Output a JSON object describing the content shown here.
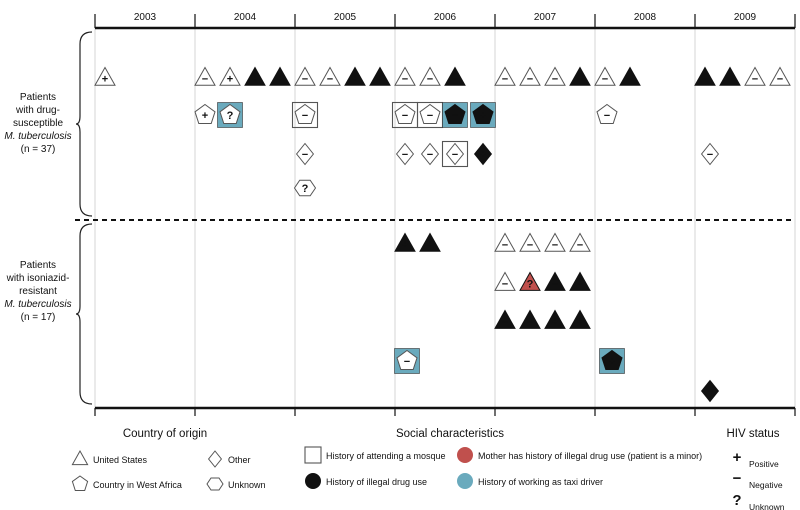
{
  "years": [
    "2003",
    "2004",
    "2005",
    "2006",
    "2007",
    "2008",
    "2009"
  ],
  "groups": [
    {
      "label_lines": [
        "Patients",
        "with drug-",
        "susceptible"
      ],
      "organism": "M. tuberculosis",
      "count": "(n = 37)"
    },
    {
      "label_lines": [
        "Patients",
        "with isoniazid-",
        "resistant"
      ],
      "organism": "M. tuberculosis",
      "count": "(n = 17)"
    }
  ],
  "patients": [
    {
      "group": 0,
      "row": 0,
      "year": 2003.1,
      "shape": "triangle",
      "hiv": "positive",
      "drug": false,
      "mosque": false,
      "taxi": false,
      "mother": false
    },
    {
      "group": 0,
      "row": 0,
      "year": 2004.1,
      "shape": "triangle",
      "hiv": "negative",
      "drug": false,
      "mosque": false,
      "taxi": false,
      "mother": false
    },
    {
      "group": 0,
      "row": 0,
      "year": 2004.35,
      "shape": "triangle",
      "hiv": "positive",
      "drug": false,
      "mosque": false,
      "taxi": false,
      "mother": false
    },
    {
      "group": 0,
      "row": 0,
      "year": 2004.6,
      "shape": "triangle",
      "hiv": "positive",
      "drug": true,
      "mosque": false,
      "taxi": false,
      "mother": false
    },
    {
      "group": 0,
      "row": 0,
      "year": 2004.85,
      "shape": "triangle",
      "hiv": "positive",
      "drug": true,
      "mosque": false,
      "taxi": false,
      "mother": false
    },
    {
      "group": 0,
      "row": 0,
      "year": 2005.1,
      "shape": "triangle",
      "hiv": "negative",
      "drug": false,
      "mosque": false,
      "taxi": false,
      "mother": false
    },
    {
      "group": 0,
      "row": 0,
      "year": 2005.35,
      "shape": "triangle",
      "hiv": "negative",
      "drug": false,
      "mosque": false,
      "taxi": false,
      "mother": false
    },
    {
      "group": 0,
      "row": 0,
      "year": 2005.6,
      "shape": "triangle",
      "hiv": "positive",
      "drug": true,
      "mosque": false,
      "taxi": false,
      "mother": false
    },
    {
      "group": 0,
      "row": 0,
      "year": 2005.85,
      "shape": "triangle",
      "hiv": "positive",
      "drug": true,
      "mosque": false,
      "taxi": false,
      "mother": false
    },
    {
      "group": 0,
      "row": 0,
      "year": 2006.1,
      "shape": "triangle",
      "hiv": "negative",
      "drug": false,
      "mosque": false,
      "taxi": false,
      "mother": false
    },
    {
      "group": 0,
      "row": 0,
      "year": 2006.35,
      "shape": "triangle",
      "hiv": "negative",
      "drug": false,
      "mosque": false,
      "taxi": false,
      "mother": false
    },
    {
      "group": 0,
      "row": 0,
      "year": 2006.6,
      "shape": "triangle",
      "hiv": "negative",
      "drug": true,
      "mosque": false,
      "taxi": false,
      "mother": false
    },
    {
      "group": 0,
      "row": 0,
      "year": 2007.1,
      "shape": "triangle",
      "hiv": "negative",
      "drug": false,
      "mosque": false,
      "taxi": false,
      "mother": false
    },
    {
      "group": 0,
      "row": 0,
      "year": 2007.35,
      "shape": "triangle",
      "hiv": "negative",
      "drug": false,
      "mosque": false,
      "taxi": false,
      "mother": false
    },
    {
      "group": 0,
      "row": 0,
      "year": 2007.6,
      "shape": "triangle",
      "hiv": "negative",
      "drug": false,
      "mosque": false,
      "taxi": false,
      "mother": false
    },
    {
      "group": 0,
      "row": 0,
      "year": 2007.85,
      "shape": "triangle",
      "hiv": "negative",
      "drug": true,
      "mosque": false,
      "taxi": false,
      "mother": false
    },
    {
      "group": 0,
      "row": 0,
      "year": 2008.1,
      "shape": "triangle",
      "hiv": "negative",
      "drug": false,
      "mosque": false,
      "taxi": false,
      "mother": false
    },
    {
      "group": 0,
      "row": 0,
      "year": 2008.35,
      "shape": "triangle",
      "hiv": "negative",
      "drug": true,
      "mosque": false,
      "taxi": false,
      "mother": false
    },
    {
      "group": 0,
      "row": 0,
      "year": 2009.1,
      "shape": "triangle",
      "hiv": "negative",
      "drug": true,
      "mosque": false,
      "taxi": false,
      "mother": false
    },
    {
      "group": 0,
      "row": 0,
      "year": 2009.35,
      "shape": "triangle",
      "hiv": "negative",
      "drug": true,
      "mosque": false,
      "taxi": false,
      "mother": false
    },
    {
      "group": 0,
      "row": 0,
      "year": 2009.6,
      "shape": "triangle",
      "hiv": "negative",
      "drug": false,
      "mosque": false,
      "taxi": false,
      "mother": false
    },
    {
      "group": 0,
      "row": 0,
      "year": 2009.85,
      "shape": "triangle",
      "hiv": "negative",
      "drug": false,
      "mosque": false,
      "taxi": false,
      "mother": false
    },
    {
      "group": 0,
      "row": 1,
      "year": 2004.1,
      "shape": "pentagon",
      "hiv": "positive",
      "drug": false,
      "mosque": false,
      "taxi": false,
      "mother": false
    },
    {
      "group": 0,
      "row": 1,
      "year": 2004.35,
      "shape": "pentagon",
      "hiv": "unknown",
      "drug": false,
      "mosque": false,
      "taxi": true,
      "mother": false
    },
    {
      "group": 0,
      "row": 1,
      "year": 2005.1,
      "shape": "pentagon",
      "hiv": "negative",
      "drug": false,
      "mosque": true,
      "taxi": false,
      "mother": false
    },
    {
      "group": 0,
      "row": 1,
      "year": 2006.1,
      "shape": "pentagon",
      "hiv": "negative",
      "drug": false,
      "mosque": true,
      "taxi": false,
      "mother": false
    },
    {
      "group": 0,
      "row": 1,
      "year": 2006.35,
      "shape": "pentagon",
      "hiv": "negative",
      "drug": false,
      "mosque": true,
      "taxi": false,
      "mother": false
    },
    {
      "group": 0,
      "row": 1,
      "year": 2006.6,
      "shape": "pentagon",
      "hiv": "negative",
      "drug": true,
      "mosque": false,
      "taxi": true,
      "mother": false
    },
    {
      "group": 0,
      "row": 1,
      "year": 2006.88,
      "shape": "pentagon",
      "hiv": "positive",
      "drug": true,
      "mosque": false,
      "taxi": true,
      "mother": false
    },
    {
      "group": 0,
      "row": 1,
      "year": 2008.12,
      "shape": "pentagon",
      "hiv": "negative",
      "drug": false,
      "mosque": false,
      "taxi": false,
      "mother": false
    },
    {
      "group": 0,
      "row": 2,
      "year": 2005.1,
      "shape": "diamond",
      "hiv": "negative",
      "drug": false,
      "mosque": false,
      "taxi": false,
      "mother": false
    },
    {
      "group": 0,
      "row": 2,
      "year": 2006.1,
      "shape": "diamond",
      "hiv": "negative",
      "drug": false,
      "mosque": false,
      "taxi": false,
      "mother": false
    },
    {
      "group": 0,
      "row": 2,
      "year": 2006.35,
      "shape": "diamond",
      "hiv": "negative",
      "drug": false,
      "mosque": false,
      "taxi": false,
      "mother": false
    },
    {
      "group": 0,
      "row": 2,
      "year": 2006.6,
      "shape": "diamond",
      "hiv": "negative",
      "drug": false,
      "mosque": true,
      "taxi": false,
      "mother": false
    },
    {
      "group": 0,
      "row": 2,
      "year": 2006.88,
      "shape": "diamond",
      "hiv": "positive",
      "drug": true,
      "mosque": false,
      "taxi": false,
      "mother": false
    },
    {
      "group": 0,
      "row": 2,
      "year": 2009.15,
      "shape": "diamond",
      "hiv": "negative",
      "drug": false,
      "mosque": false,
      "taxi": false,
      "mother": false
    },
    {
      "group": 0,
      "row": 3,
      "year": 2005.1,
      "shape": "hexagon",
      "hiv": "unknown",
      "drug": false,
      "mosque": false,
      "taxi": false,
      "mother": false
    },
    {
      "group": 1,
      "row": 0,
      "year": 2006.1,
      "shape": "triangle",
      "hiv": "positive",
      "drug": true,
      "mosque": false,
      "taxi": false,
      "mother": false
    },
    {
      "group": 1,
      "row": 0,
      "year": 2006.35,
      "shape": "triangle",
      "hiv": "positive",
      "drug": true,
      "mosque": false,
      "taxi": false,
      "mother": false
    },
    {
      "group": 1,
      "row": 0,
      "year": 2007.1,
      "shape": "triangle",
      "hiv": "negative",
      "drug": false,
      "mosque": false,
      "taxi": false,
      "mother": false
    },
    {
      "group": 1,
      "row": 0,
      "year": 2007.35,
      "shape": "triangle",
      "hiv": "negative",
      "drug": false,
      "mosque": false,
      "taxi": false,
      "mother": false
    },
    {
      "group": 1,
      "row": 0,
      "year": 2007.6,
      "shape": "triangle",
      "hiv": "negative",
      "drug": false,
      "mosque": false,
      "taxi": false,
      "mother": false
    },
    {
      "group": 1,
      "row": 0,
      "year": 2007.85,
      "shape": "triangle",
      "hiv": "negative",
      "drug": false,
      "mosque": false,
      "taxi": false,
      "mother": false
    },
    {
      "group": 1,
      "row": 1,
      "year": 2007.1,
      "shape": "triangle",
      "hiv": "negative",
      "drug": false,
      "mosque": false,
      "taxi": false,
      "mother": false
    },
    {
      "group": 1,
      "row": 1,
      "year": 2007.35,
      "shape": "triangle",
      "hiv": "unknown",
      "drug": false,
      "mosque": false,
      "taxi": false,
      "mother": true
    },
    {
      "group": 1,
      "row": 1,
      "year": 2007.6,
      "shape": "triangle",
      "hiv": "negative",
      "drug": true,
      "mosque": false,
      "taxi": false,
      "mother": false
    },
    {
      "group": 1,
      "row": 1,
      "year": 2007.85,
      "shape": "triangle",
      "hiv": "negative",
      "drug": true,
      "mosque": false,
      "taxi": false,
      "mother": false
    },
    {
      "group": 1,
      "row": 2,
      "year": 2007.1,
      "shape": "triangle",
      "hiv": "negative",
      "drug": true,
      "mosque": false,
      "taxi": false,
      "mother": false
    },
    {
      "group": 1,
      "row": 2,
      "year": 2007.35,
      "shape": "triangle",
      "hiv": "negative",
      "drug": true,
      "mosque": false,
      "taxi": false,
      "mother": false
    },
    {
      "group": 1,
      "row": 2,
      "year": 2007.6,
      "shape": "triangle",
      "hiv": "positive",
      "drug": true,
      "mosque": false,
      "taxi": false,
      "mother": false
    },
    {
      "group": 1,
      "row": 2,
      "year": 2007.85,
      "shape": "triangle",
      "hiv": "positive",
      "drug": true,
      "mosque": false,
      "taxi": false,
      "mother": false
    },
    {
      "group": 1,
      "row": 3,
      "year": 2006.12,
      "shape": "pentagon",
      "hiv": "negative",
      "drug": false,
      "mosque": false,
      "taxi": true,
      "mother": false
    },
    {
      "group": 1,
      "row": 3,
      "year": 2008.17,
      "shape": "pentagon",
      "hiv": "positive",
      "drug": true,
      "mosque": false,
      "taxi": true,
      "mother": false
    },
    {
      "group": 1,
      "row": 4,
      "year": 2009.15,
      "shape": "diamond",
      "hiv": "negative",
      "drug": true,
      "mosque": false,
      "taxi": false,
      "mother": false
    }
  ],
  "legend": {
    "origin": {
      "title": "Country of origin",
      "items": [
        {
          "shape": "triangle",
          "label": "United States"
        },
        {
          "shape": "diamond",
          "label": "Other"
        },
        {
          "shape": "pentagon",
          "label": "Country in West Africa"
        },
        {
          "shape": "hexagon",
          "label": "Unknown"
        }
      ]
    },
    "social": {
      "title": "Social characteristics",
      "items": [
        {
          "kind": "mosque",
          "label": "History of attending a mosque"
        },
        {
          "kind": "mother",
          "label": "Mother has history of illegal drug use (patient is a minor)"
        },
        {
          "kind": "drug",
          "label": "History of illegal drug use"
        },
        {
          "kind": "taxi",
          "label": "History of working as taxi driver"
        }
      ]
    },
    "hiv": {
      "title": "HIV status",
      "items": [
        {
          "kind": "positive",
          "symbol": "+",
          "label": "Positive"
        },
        {
          "kind": "negative",
          "symbol": "−",
          "label": "Negative"
        },
        {
          "kind": "unknown",
          "symbol": "?",
          "label": "Unknown"
        }
      ]
    }
  },
  "colors": {
    "taxi": "#6aaabd",
    "mother": "#c0504d",
    "drug": "#111111",
    "outline": "#555555",
    "grid": "#d5d5d5"
  }
}
